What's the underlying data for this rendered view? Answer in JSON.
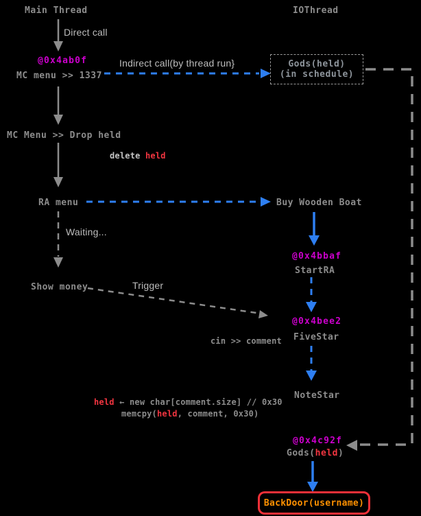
{
  "colors": {
    "background": "#000000",
    "node_gray": "#8c8c8c",
    "label_gray": "#bdbdbd",
    "address_magenta": "#cc00cc",
    "arrow_blue": "#2e7ff2",
    "highlight_red": "#f23540",
    "backdoor_border_red": "#f23038",
    "backdoor_text_orange": "#ff9100"
  },
  "headers": {
    "main_thread": "Main Thread",
    "io_thread": "IOThread"
  },
  "main_column": {
    "direct_call_label": "Direct call",
    "addr_mc_menu": "@0x4ab0f",
    "mc_menu_1337": "MC menu >> 1337",
    "mc_menu_drop": "MC Menu >> Drop held",
    "delete_prefix": "delete ",
    "delete_held": "held",
    "ra_menu": "RA menu",
    "waiting_label": "Waiting...",
    "show_money": "Show money",
    "trigger_label": "Trigger"
  },
  "io_column": {
    "indirect_call_label": "Indirect call(by thread run}",
    "schedule_box_line1": "Gods(held)",
    "schedule_box_line2": "(in schedule)",
    "buy_wooden_boat": "Buy Wooden Boat",
    "addr_startra": "@0x4bbaf",
    "startra": "StartRA",
    "addr_fivestar": "@0x4bee2",
    "fivestar": "FiveStar",
    "cin_comment": "cin >> comment",
    "notestar": "NoteStar",
    "addr_gods": "@0x4c92f",
    "gods_prefix": "Gods(",
    "gods_held": "held",
    "gods_suffix": ")",
    "backdoor": "BackDoor(username)"
  },
  "code": {
    "line1_held": "held",
    "line1_rest": " ← new char[comment.size] // 0x30",
    "line2_prefix": "memcpy(",
    "line2_held": "held",
    "line2_rest": ", comment, 0x30)"
  }
}
